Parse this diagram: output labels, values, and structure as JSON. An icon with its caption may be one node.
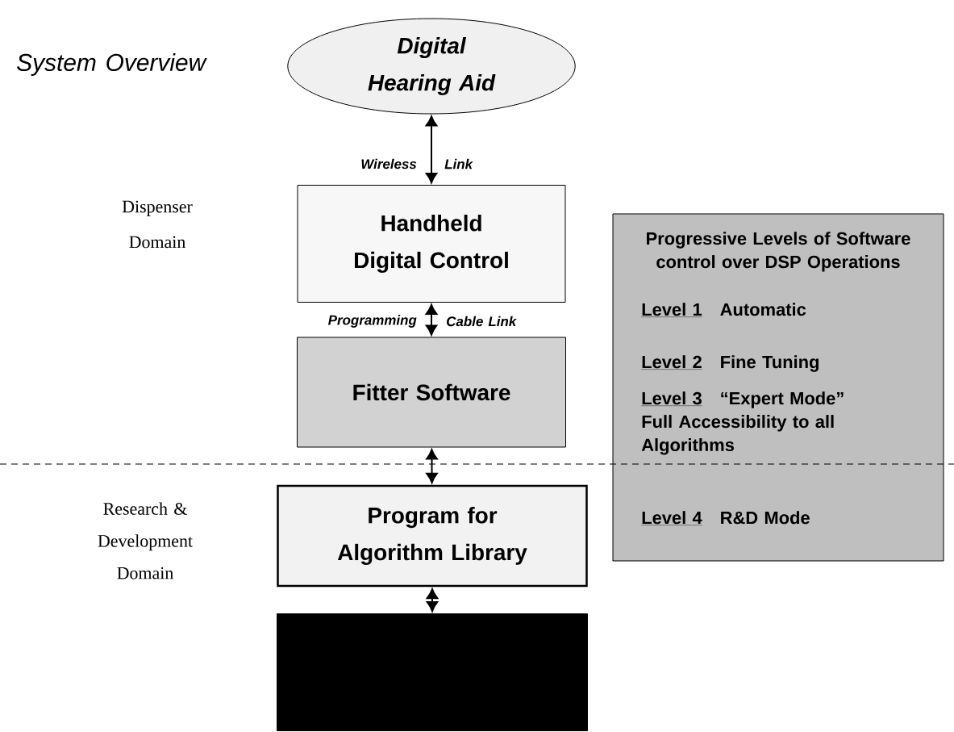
{
  "diagram": {
    "nodes": [
      {
        "text": [
          "Digital Hearing Aid"
        ]
      },
      {
        "text": [
          "Handheld Digital Control"
        ]
      },
      {
        "text": [
          "Fitter Software"
        ]
      },
      {
        "text": [
          "Program for Algorithm Library"
        ]
      },
      {
        "text": [],
        "shape": "box"
      },
      {
        "text": [
          "Progressive Levels of Software control over DSP Operations",
          "Level 1",
          "Automatic",
          "Level 2",
          "Fine Tuning",
          "Level 3",
          "“Expert Mode” Full Accessibility to all Algorithms",
          "Level 4",
          "R&D Mode"
        ]
      }
    ],
    "edges": [
      {
        "from": 0,
        "to": 1,
        "arrow": "both"
      },
      {
        "from": 1,
        "to": 2,
        "arrow": "both"
      },
      {
        "from": 2,
        "to": 3,
        "arrow": "both"
      },
      {
        "from": 3,
        "to": 4,
        "arrow": "both"
      }
    ],
    "labels": [
      "System Overview",
      "Dispenser Domain",
      "Research & Development Domain",
      "Wireless",
      "Link",
      "Programming",
      "Cable Link"
    ]
  }
}
